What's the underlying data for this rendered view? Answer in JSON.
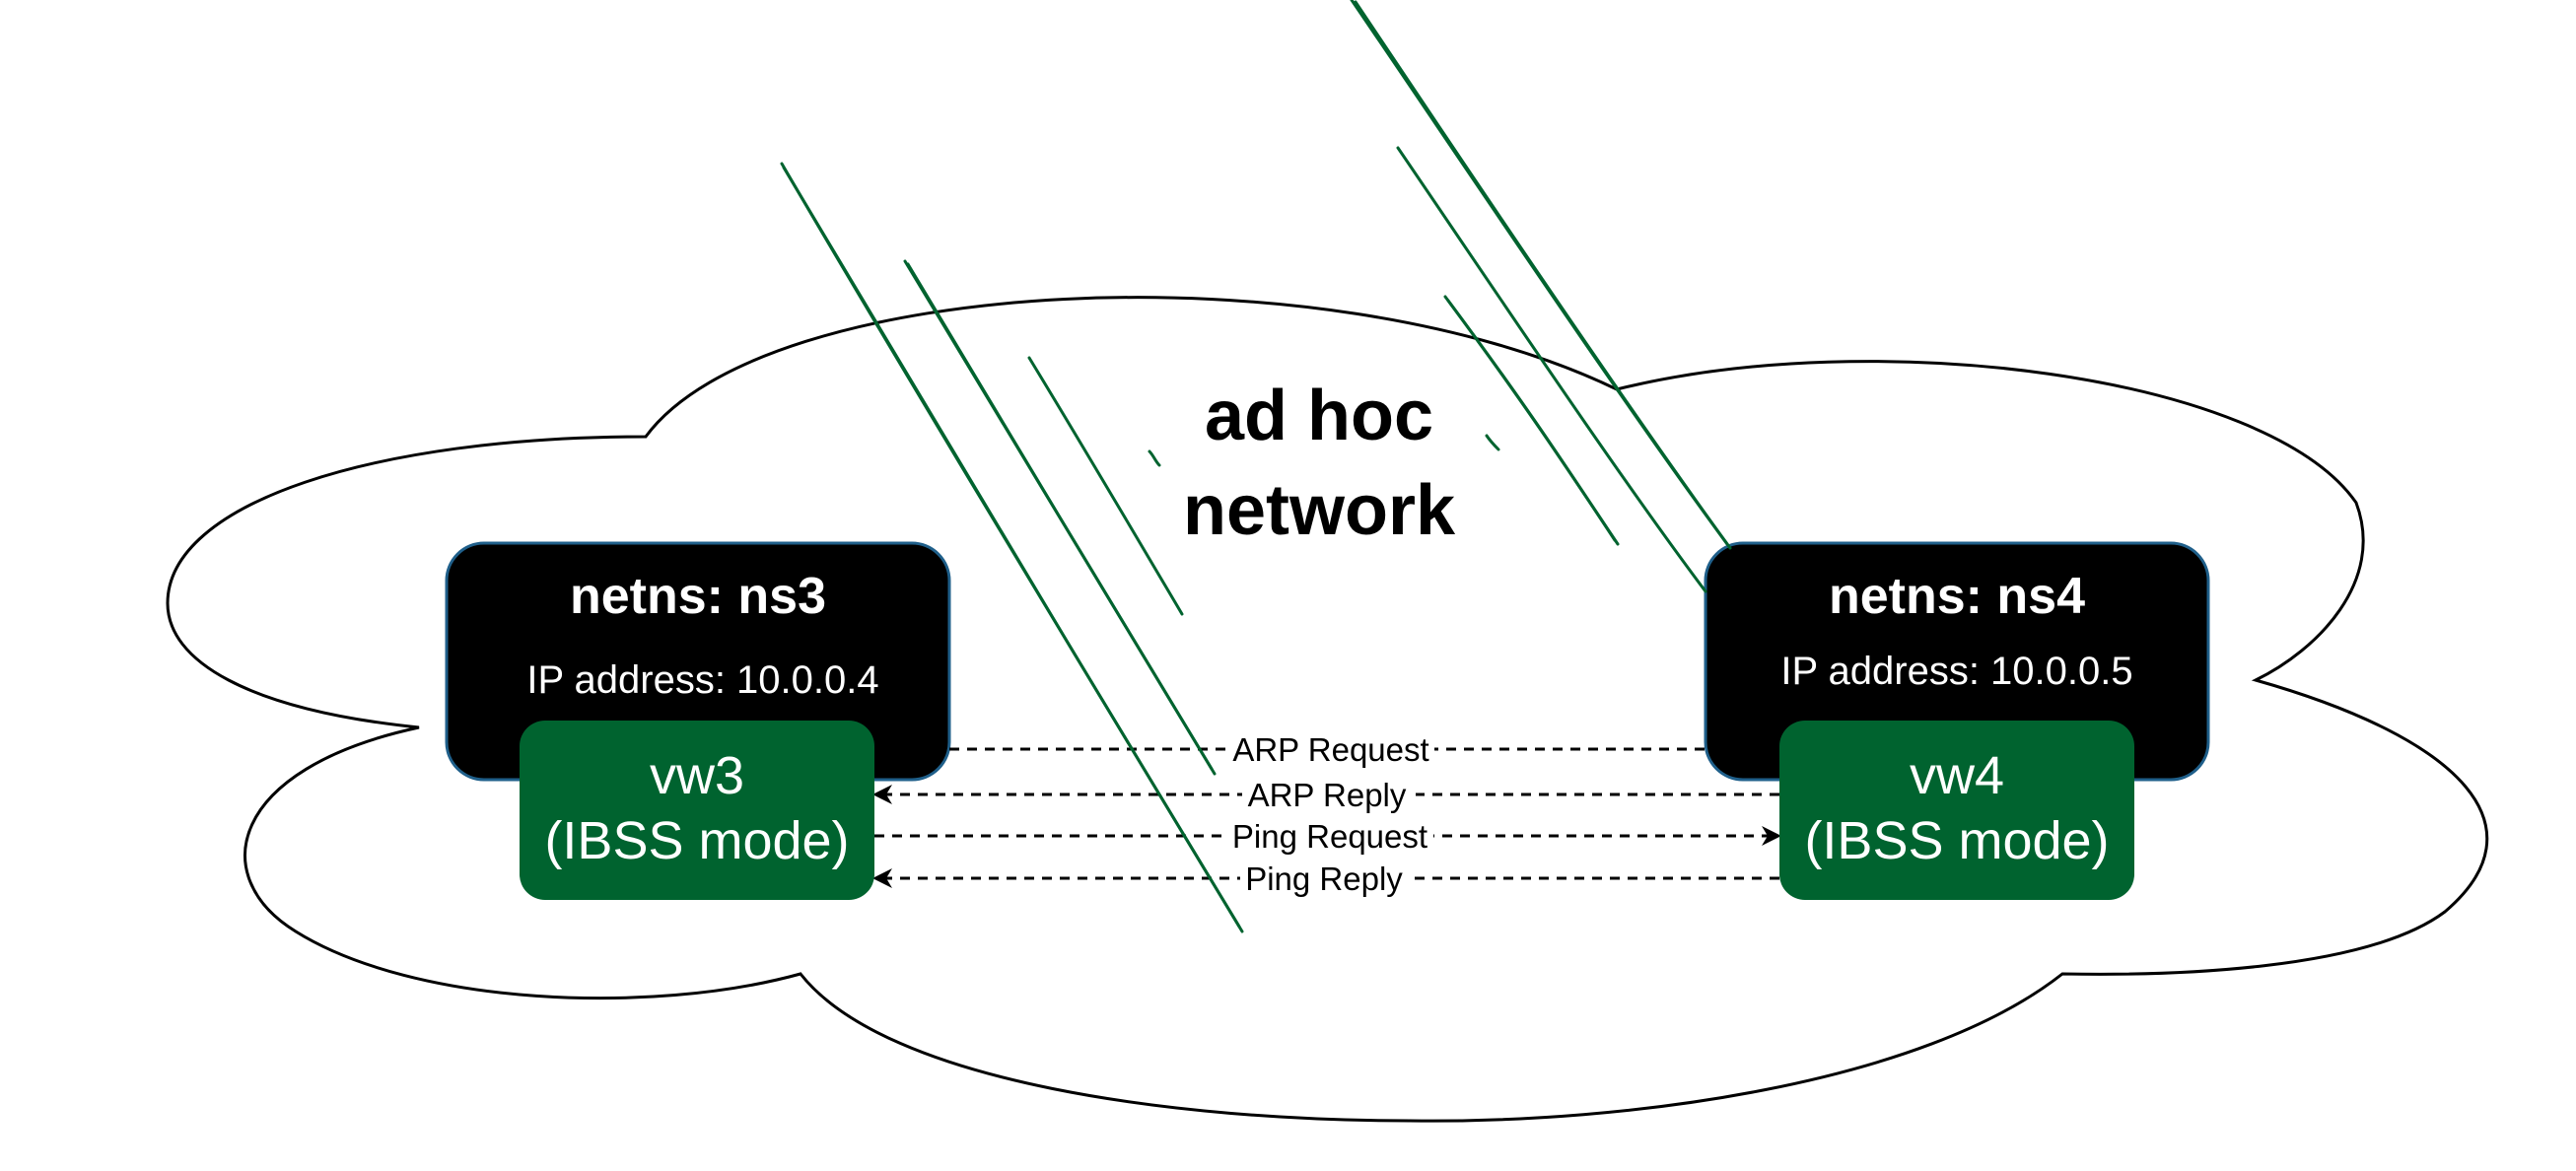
{
  "colors": {
    "namespace_box": "#000000",
    "namespace_border": "#1f5f8a",
    "interface_box": "#00632f",
    "rain_lines": "#00632f",
    "cloud_stroke": "#000000",
    "text_light": "#ffffff",
    "text_dark": "#000000"
  },
  "network": {
    "title_line1": "ad hoc",
    "title_line2": "network"
  },
  "nodes": {
    "left": {
      "namespace": "netns: ns3",
      "ip": "IP address: 10.0.0.4",
      "iface_name": "vw3",
      "iface_mode": "(IBSS mode)"
    },
    "right": {
      "namespace": "netns: ns4",
      "ip": "IP address: 10.0.0.5",
      "iface_name": "vw4",
      "iface_mode": "(IBSS mode)"
    }
  },
  "messages": [
    {
      "label": "ARP Request",
      "direction": "none"
    },
    {
      "label": "ARP Reply",
      "direction": "to-left"
    },
    {
      "label": "Ping Request",
      "direction": "to-right"
    },
    {
      "label": "Ping Reply",
      "direction": "to-left"
    }
  ]
}
